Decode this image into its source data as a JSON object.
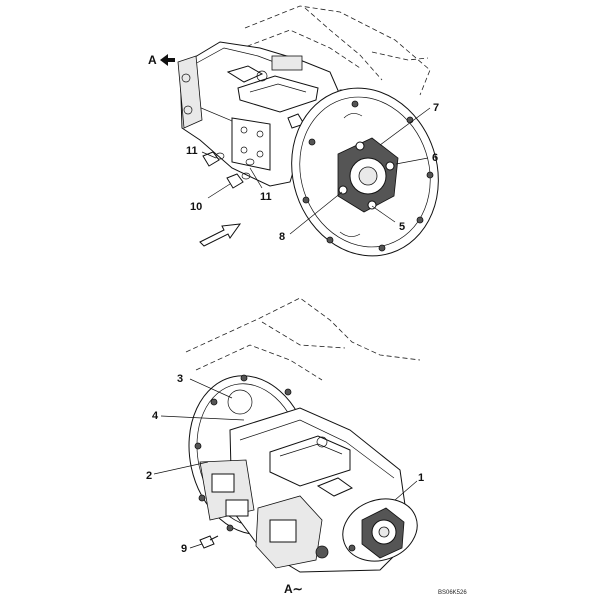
{
  "upper_view": {
    "view_arrow_label": "A",
    "callouts": [
      "7",
      "6",
      "5",
      "8",
      "11",
      "10",
      "11"
    ]
  },
  "lower_view": {
    "callouts": [
      "3",
      "4",
      "2",
      "1",
      "9"
    ],
    "view_caption": "A∼"
  },
  "drawing_code": "BS06K526"
}
